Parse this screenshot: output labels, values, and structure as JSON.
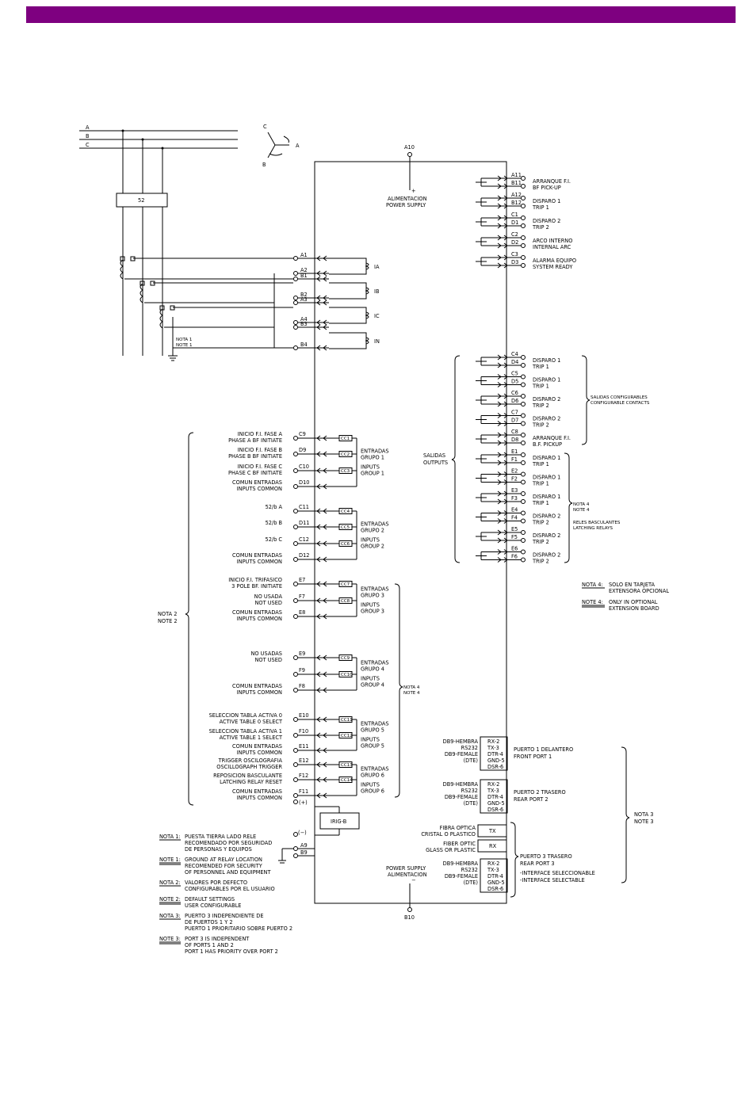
{
  "colors": {
    "header": "#7e0080",
    "line": "#000000",
    "background": "#ffffff"
  },
  "phases": {
    "a": "A",
    "b": "B",
    "c": "C"
  },
  "rotation": {
    "a": "A",
    "b": "B",
    "c": "C"
  },
  "breaker": "52",
  "power_supply": {
    "top_terminal": "A10",
    "bottom_terminal": "B10",
    "plus": "+",
    "minus": "−",
    "top_es": "ALIMENTACION",
    "top_en": "POWER SUPPLY",
    "bottom_en": "POWER SUPPLY",
    "bottom_es": "ALIMENTACION"
  },
  "current_inputs": {
    "terminals": [
      "A1",
      "A2",
      "B1",
      "B2",
      "A3",
      "A4",
      "B3",
      "B4"
    ],
    "labels": [
      "IA",
      "IB",
      "IC",
      "IN"
    ],
    "nota1_a": "NOTA 1",
    "nota1_b": "NOTE 1"
  },
  "outputs_top": [
    {
      "t1": "A11",
      "t2": "B11",
      "es": "ARRANQUE F.I.",
      "en": "BF PICK-UP"
    },
    {
      "t1": "A12",
      "t2": "B12",
      "es": "DISPARO 1",
      "en": "TRIP 1"
    },
    {
      "t1": "C1",
      "t2": "D1",
      "es": "DISPARO 2",
      "en": "TRIP 2"
    },
    {
      "t1": "C2",
      "t2": "D2",
      "es": "ARCO INTERNO",
      "en": "INTERNAL ARC"
    },
    {
      "t1": "C3",
      "t2": "D3",
      "es": "ALARMA EQUIPO",
      "en": "SYSTEM READY"
    }
  ],
  "outputs_config": [
    {
      "t1": "C4",
      "t2": "D4",
      "es": "DISPARO 1",
      "en": "TRIP 1"
    },
    {
      "t1": "C5",
      "t2": "D5",
      "es": "DISPARO 1",
      "en": "TRIP 1"
    },
    {
      "t1": "C6",
      "t2": "D6",
      "es": "DISPARO 2",
      "en": "TRIP 2"
    },
    {
      "t1": "C7",
      "t2": "D7",
      "es": "DISPARO 2",
      "en": "TRIP 2"
    },
    {
      "t1": "C8",
      "t2": "D8",
      "es": "ARRANQUE F.I.",
      "en": "B.F. PICKUP"
    }
  ],
  "outputs_latching": [
    {
      "t1": "E1",
      "t2": "F1",
      "es": "DISPARO 1",
      "en": "TRIP 1"
    },
    {
      "t1": "E2",
      "t2": "F2",
      "es": "DISPARO 1",
      "en": "TRIP 1"
    },
    {
      "t1": "E3",
      "t2": "F3",
      "es": "DISPARO 1",
      "en": "TRIP 1"
    },
    {
      "t1": "E4",
      "t2": "F4",
      "es": "DISPARO 2",
      "en": "TRIP 2"
    },
    {
      "t1": "E5",
      "t2": "F5",
      "es": "DISPARO 2",
      "en": "TRIP 2"
    },
    {
      "t1": "E6",
      "t2": "F6",
      "es": "DISPARO 2",
      "en": "TRIP 2"
    }
  ],
  "outputs_labels": {
    "salidas": "SALIDAS",
    "outputs": "OUTPUTS",
    "config_es": "SALIDAS CONFIGURABLES",
    "config_en": "CONFIGURABLE CONTACTS",
    "nota4_a": "NOTA 4",
    "nota4_b": "NOTE 4",
    "latch_es": "RELES BASCULANTES",
    "latch_en": "LATCHING RELAYS"
  },
  "note4_legend": {
    "es_head": "NOTA 4:",
    "es_1": "SOLO EN TARJETA",
    "es_2": "EXTENSORA OPCIONAL",
    "en_head": "NOTE 4:",
    "en_1": "ONLY IN OPTIONAL",
    "en_2": "EXTENSION BOARD"
  },
  "inputs": [
    {
      "t": "C9",
      "l1": "INICIO F.I. FASE A",
      "l2": "PHASE A BF INITIATE",
      "box": "CC1"
    },
    {
      "t": "D9",
      "l1": "INICIO F.I. FASE B",
      "l2": "PHASE B BF INITIATE",
      "box": "CC2"
    },
    {
      "t": "C10",
      "l1": "INICIO F.I. FASE C",
      "l2": "PHASE C BF INITIATE",
      "box": "CC3"
    },
    {
      "t": "D10",
      "l1": "COMUN ENTRADAS",
      "l2": "INPUTS COMMON",
      "box": ""
    },
    {
      "t": "C11",
      "l1": "52/b A",
      "l2": "",
      "box": "CC4"
    },
    {
      "t": "D11",
      "l1": "52/b B",
      "l2": "",
      "box": "CC5"
    },
    {
      "t": "C12",
      "l1": "52/b C",
      "l2": "",
      "box": "CC6"
    },
    {
      "t": "D12",
      "l1": "COMUN ENTRADAS",
      "l2": "INPUTS COMMON",
      "box": ""
    },
    {
      "t": "E7",
      "l1": "INICIO F.I. TRIFASICO",
      "l2": "3 POLE BF. INITIATE",
      "box": "CC7"
    },
    {
      "t": "F7",
      "l1": "NO USADA",
      "l2": "NOT USED",
      "box": "CC8"
    },
    {
      "t": "E8",
      "l1": "COMUN ENTRADAS",
      "l2": "INPUTS COMMON",
      "box": ""
    },
    {
      "t": "E9",
      "l1": "NO USADAS",
      "l2": "NOT USED",
      "box": "CC9"
    },
    {
      "t": "F9",
      "l1": "",
      "l2": "",
      "box": "CC10"
    },
    {
      "t": "F8",
      "l1": "COMUN ENTRADAS",
      "l2": "INPUTS COMMON",
      "box": ""
    },
    {
      "t": "E10",
      "l1": "SELECCION TABLA ACTIVA 0",
      "l2": "ACTIVE TABLE 0 SELECT",
      "box": "CC11"
    },
    {
      "t": "F10",
      "l1": "SELECCION TABLA ACTIVA 1",
      "l2": "ACTIVE TABLE 1 SELECT",
      "box": "CC12"
    },
    {
      "t": "E11",
      "l1": "COMUN ENTRADAS",
      "l2": "INPUTS COMMON",
      "box": ""
    },
    {
      "t": "E12",
      "l1": "TRIGGER OSCILOGRAFIA",
      "l2": "OSCILLOGRAPH TRIGGER",
      "box": "CC13"
    },
    {
      "t": "F12",
      "l1": "REPOSICION BASCULANTE",
      "l2": "LATCHING RELAY RESET",
      "box": "CC14"
    },
    {
      "t": "F11",
      "l1": "COMUN ENTRADAS",
      "l2": "INPUTS COMMON",
      "box": ""
    }
  ],
  "input_groups": [
    {
      "es1": "ENTRADAS",
      "es2": "GRUPO 1",
      "en1": "INPUTS",
      "en2": "GROUP 1"
    },
    {
      "es1": "ENTRADAS",
      "es2": "GRUPO 2",
      "en1": "INPUTS",
      "en2": "GROUP 2"
    },
    {
      "es1": "ENTRADAS",
      "es2": "GRUPO 3",
      "en1": "INPUTS",
      "en2": "GROUP 3"
    },
    {
      "es1": "ENTRADAS",
      "es2": "GRUPO 4",
      "en1": "INPUTS",
      "en2": "GROUP 4"
    },
    {
      "es1": "ENTRADAS",
      "es2": "GRUPO 5",
      "en1": "INPUTS",
      "en2": "GROUP 5"
    },
    {
      "es1": "ENTRADAS",
      "es2": "GRUPO 6",
      "en1": "INPUTS",
      "en2": "GROUP 6"
    }
  ],
  "nota2": {
    "a": "NOTA 2",
    "b": "NOTE 2"
  },
  "nota4_inputs": {
    "a": "NOTA 4",
    "b": "NOTE 4"
  },
  "irig": {
    "label": "IRIG-B",
    "plus": "(+)",
    "minus": "(−)",
    "t1": "A9",
    "t2": "B9"
  },
  "ports": {
    "db9_es": "DB9-HEMBRA",
    "rs232": "RS232",
    "db9_en": "DB9-FEMALE",
    "dte": "(DTE)",
    "pins": [
      "RX-2",
      "TX-3",
      "DTR-4",
      "GND-5",
      "DSR-6"
    ],
    "p1_es": "PUERTO 1 DELANTERO",
    "p1_en": "FRONT PORT 1",
    "p2_es": "PUERTO 2 TRASERO",
    "p2_en": "REAR PORT 2",
    "fo_es1": "FIBRA OPTICA",
    "fo_es2": "CRISTAL O PLASTICO",
    "fo_en1": "FIBER OPTIC",
    "fo_en2": "GLASS OR PLASTIC",
    "tx": "TX",
    "rx": "RX",
    "p3_es": "PUERTO 3 TRASERO",
    "p3_en": "REAR PORT 3",
    "p3_sel_es": "-INTERFACE SELECCIONABLE",
    "p3_sel_en": "-INTERFACE SELECTABLE",
    "nota3_a": "NOTA 3",
    "nota3_b": "NOTE 3"
  },
  "notes": [
    {
      "head": "NOTA 1:",
      "lines": [
        "PUESTA TIERRA LADO RELE",
        "RECOMENDADO POR SEGURIDAD",
        "DE PERSONAS Y EQUIPOS"
      ]
    },
    {
      "head": "NOTE 1:",
      "lines": [
        "GROUND AT RELAY LOCATION",
        "RECOMENDED FOR SECURITY",
        "OF PERSONNEL AND EQUIPMENT"
      ]
    },
    {
      "head": "NOTA 2:",
      "lines": [
        "VALORES POR DEFECTO",
        "CONFIGURABLES POR EL USUARIO"
      ]
    },
    {
      "head": "NOTE 2:",
      "lines": [
        "DEFAULT SETTINGS",
        "USER CONFIGURABLE"
      ]
    },
    {
      "head": "NOTA 3:",
      "lines": [
        "PUERTO 3 INDEPENDIENTE DE",
        "DE PUERTOS 1 Y 2",
        "PUERTO 1 PRIORITARIO SOBRE PUERTO 2"
      ]
    },
    {
      "head": "NOTE 3:",
      "lines": [
        "PORT 3 IS INDEPENDENT",
        "OF PORTS 1 AND 2",
        "PORT 1 HAS PRIORITY OVER PORT 2"
      ]
    }
  ]
}
